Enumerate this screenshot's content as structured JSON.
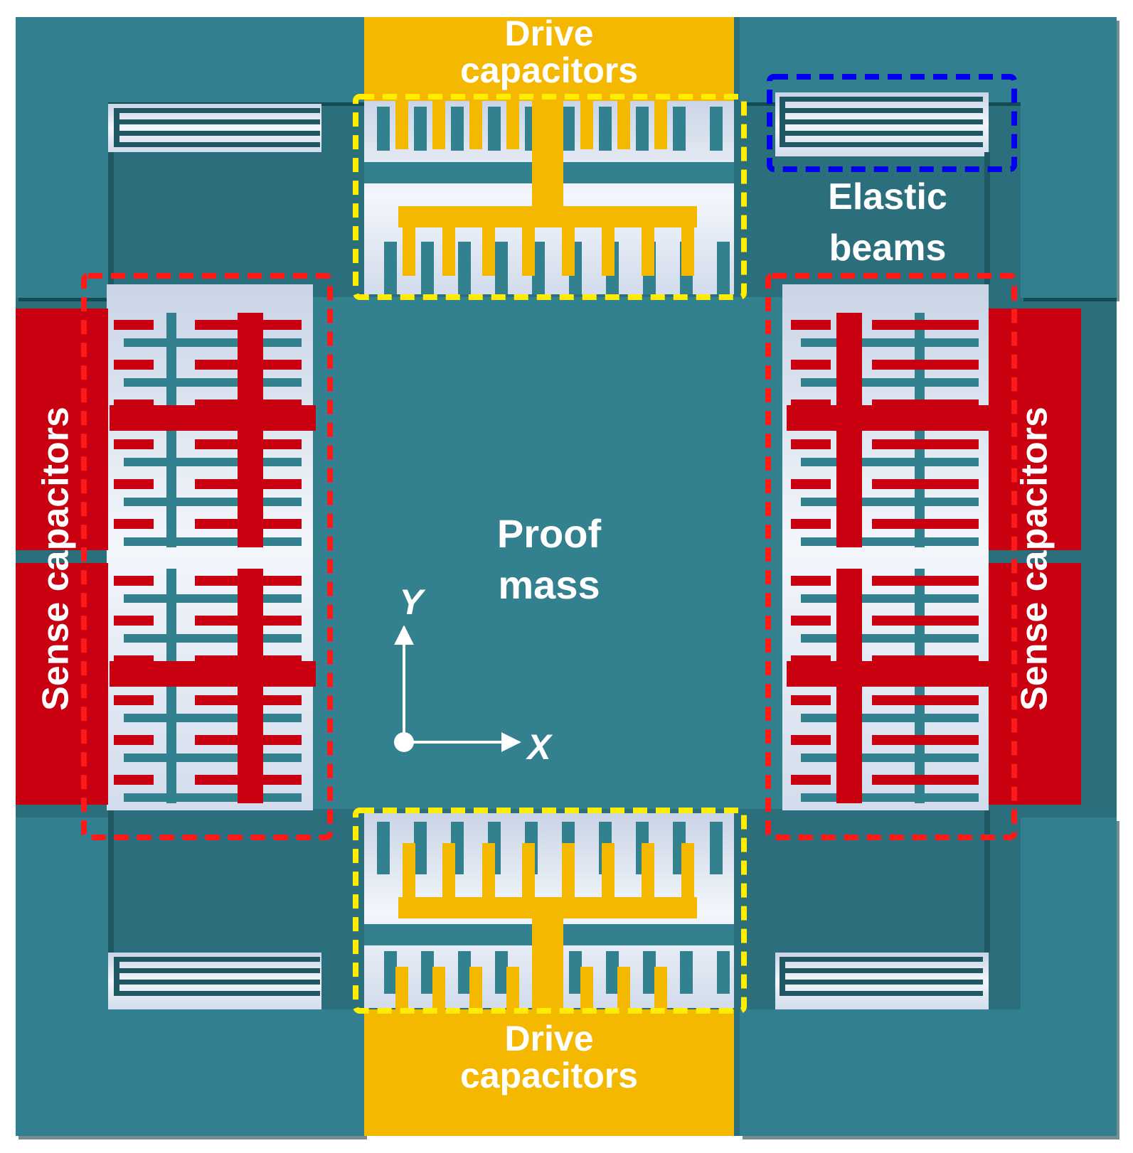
{
  "labels": {
    "drive_top_line1": "Drive",
    "drive_top_line2": "capacitors",
    "drive_bottom_line1": "Drive",
    "drive_bottom_line2": "capacitors",
    "elastic_line1": "Elastic",
    "elastic_line2": "beams",
    "sense_left": "Sense capacitors",
    "sense_right": "Sense capacitors",
    "proof_line1": "Proof",
    "proof_line2": "mass",
    "axis_y": "Y",
    "axis_x": "X"
  },
  "colors": {
    "teal": "#33808f",
    "teal_dark": "#1f5763",
    "teal_light": "#4c98a6",
    "gap": "#dfe6f0",
    "gold": "#f5b800",
    "gold_dark": "#b98700",
    "red": "#c90010",
    "red_dark": "#7c000a",
    "yellow_dash": "#ffee00",
    "red_dash": "#ff1a1a",
    "blue_dash": "#0000ee",
    "label_text": "#ffffff"
  }
}
